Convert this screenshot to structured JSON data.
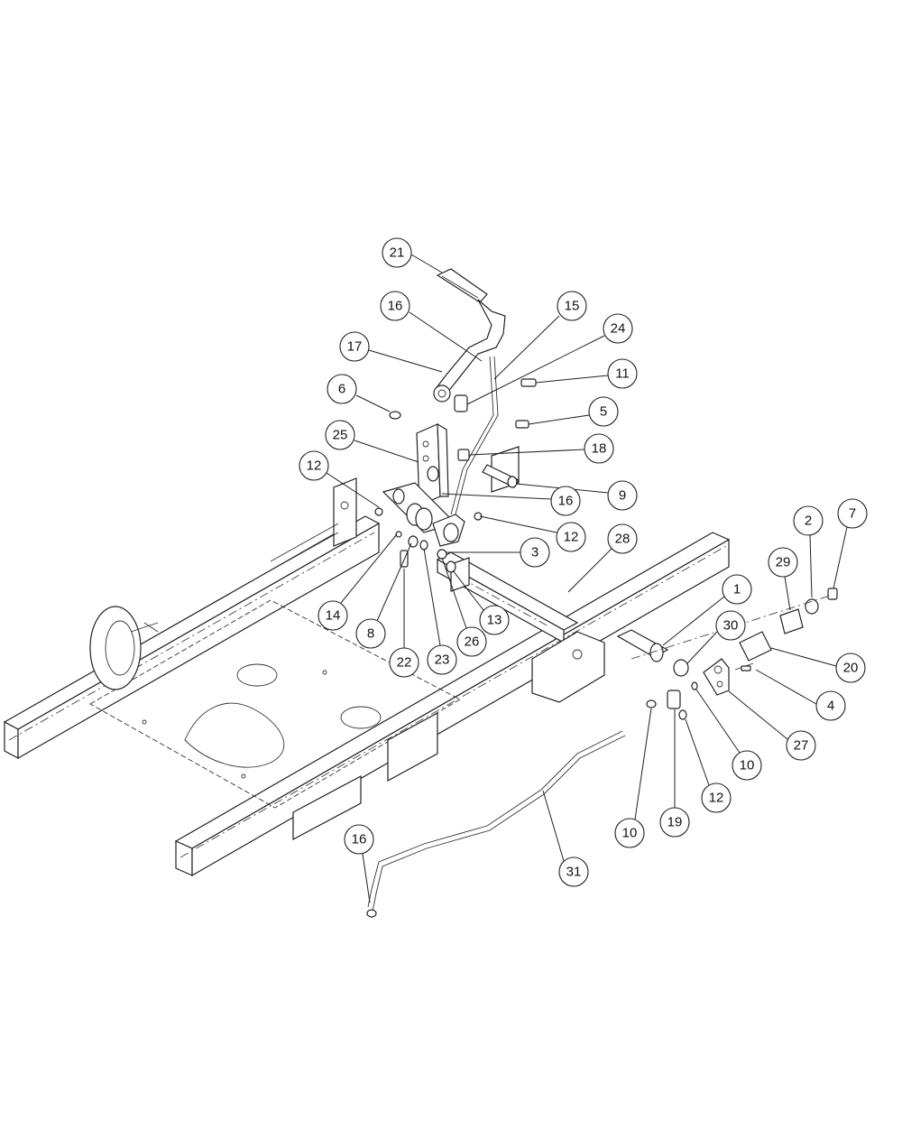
{
  "callouts": [
    {
      "label": "21"
    },
    {
      "label": "16"
    },
    {
      "label": "15"
    },
    {
      "label": "24"
    },
    {
      "label": "17"
    },
    {
      "label": "11"
    },
    {
      "label": "6"
    },
    {
      "label": "5"
    },
    {
      "label": "25"
    },
    {
      "label": "18"
    },
    {
      "label": "12"
    },
    {
      "label": "9"
    },
    {
      "label": "16"
    },
    {
      "label": "12"
    },
    {
      "label": "3"
    },
    {
      "label": "28"
    },
    {
      "label": "2"
    },
    {
      "label": "7"
    },
    {
      "label": "29"
    },
    {
      "label": "14"
    },
    {
      "label": "8"
    },
    {
      "label": "13"
    },
    {
      "label": "22"
    },
    {
      "label": "23"
    },
    {
      "label": "26"
    },
    {
      "label": "1"
    },
    {
      "label": "30"
    },
    {
      "label": "20"
    },
    {
      "label": "4"
    },
    {
      "label": "27"
    },
    {
      "label": "10"
    },
    {
      "label": "12"
    },
    {
      "label": "10"
    },
    {
      "label": "19"
    },
    {
      "label": "16"
    },
    {
      "label": "31"
    }
  ]
}
